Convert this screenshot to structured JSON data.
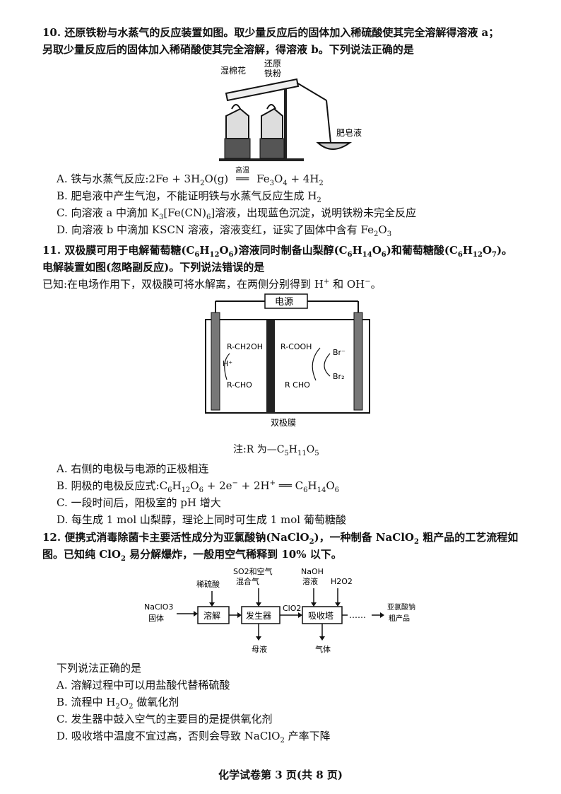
{
  "q10": {
    "line1": "10. 还原铁粉与水蒸气的反应装置如图。取少量反应后的固体加入稀硫酸使其完全溶解得溶液 a；",
    "line2": "另取少量反应后的固体加入稀硝酸使其完全溶解，得溶液 b。下列说法正确的是",
    "fig_labels": {
      "cotton": "湿棉花",
      "iron1": "还原",
      "iron2": "铁粉",
      "soap": "肥皂液"
    },
    "optA_pre": "A. 铁与水蒸气反应:2Fe + 3H",
    "optA_cond": "高温",
    "optB": "B. 肥皂液中产生气泡，不能证明铁与水蒸气反应生成 H",
    "optC": "C. 向溶液 a 中滴加 K",
    "optC_tail": "溶液，出现蓝色沉淀，说明铁粉未完全反应",
    "optD": "D. 向溶液 b 中滴加 KSCN 溶液，溶液变红，证实了固体中含有 Fe"
  },
  "q11": {
    "line1": "11. 双极膜可用于电解葡萄糖(C",
    "line2": "电解装置如图(忽略副反应)。下列说法错误的是",
    "line3": "已知:在电场作用下，双极膜可将水解离，在两侧分别得到 H",
    "fig_labels": {
      "power": "电源",
      "rch2oh": "R-CH2OH",
      "hplus": "H⁺",
      "rcho_left": "R-CHO",
      "rcooh": "R-COOH",
      "rcho_right": "R  CHO",
      "br_minus": "Br⁻",
      "br2": "Br₂",
      "membrane": "双极膜"
    },
    "note": "注:R 为—C",
    "optA": "A. 右侧的电极与电源的正极相连",
    "optB": "B. 阴极的电极反应式:C",
    "optC": "C. 一段时间后，阳极室的 pH 增大",
    "optD": "D. 每生成 1 mol 山梨醇，理论上同时可生成 1 mol 葡萄糖酸"
  },
  "q12": {
    "line1": "12. 便携式消毒除菌卡主要活性成分为亚氯酸钠(NaClO",
    "line1_tail": ")，一种制备 NaClO",
    "line1_end": " 粗产品的工艺流程如",
    "line2": "图。已知纯 ClO",
    "line2_tail": " 易分解爆炸，一般用空气稀释到 10% 以下。",
    "flow": {
      "naclo3": "NaClO3",
      "solid": "固体",
      "acid": "稀硫酸",
      "dissolve": "溶解",
      "so2_air1": "SO2和空气",
      "so2_air2": "混合气",
      "generator": "发生器",
      "clo2": "ClO2",
      "naoh1": "NaOH",
      "naoh2": "溶液",
      "h2o2": "H2O2",
      "tower": "吸收塔",
      "dots": "……",
      "product1": "亚氯酸钠",
      "product2": "粗产品",
      "mother": "母液",
      "gas": "气体"
    },
    "ask": "下列说法正确的是",
    "optA": "A. 溶解过程中可以用盐酸代替稀硫酸",
    "optB": "B. 流程中 H",
    "optB_tail": " 做氧化剂",
    "optC": "C. 发生器中鼓入空气的主要目的是提供氧化剂",
    "optD": "D. 吸收塔中温度不宜过高，否则会导致 NaClO",
    "optD_tail": " 产率下降"
  },
  "footer": "化学试卷第 3 页(共 8 页)"
}
